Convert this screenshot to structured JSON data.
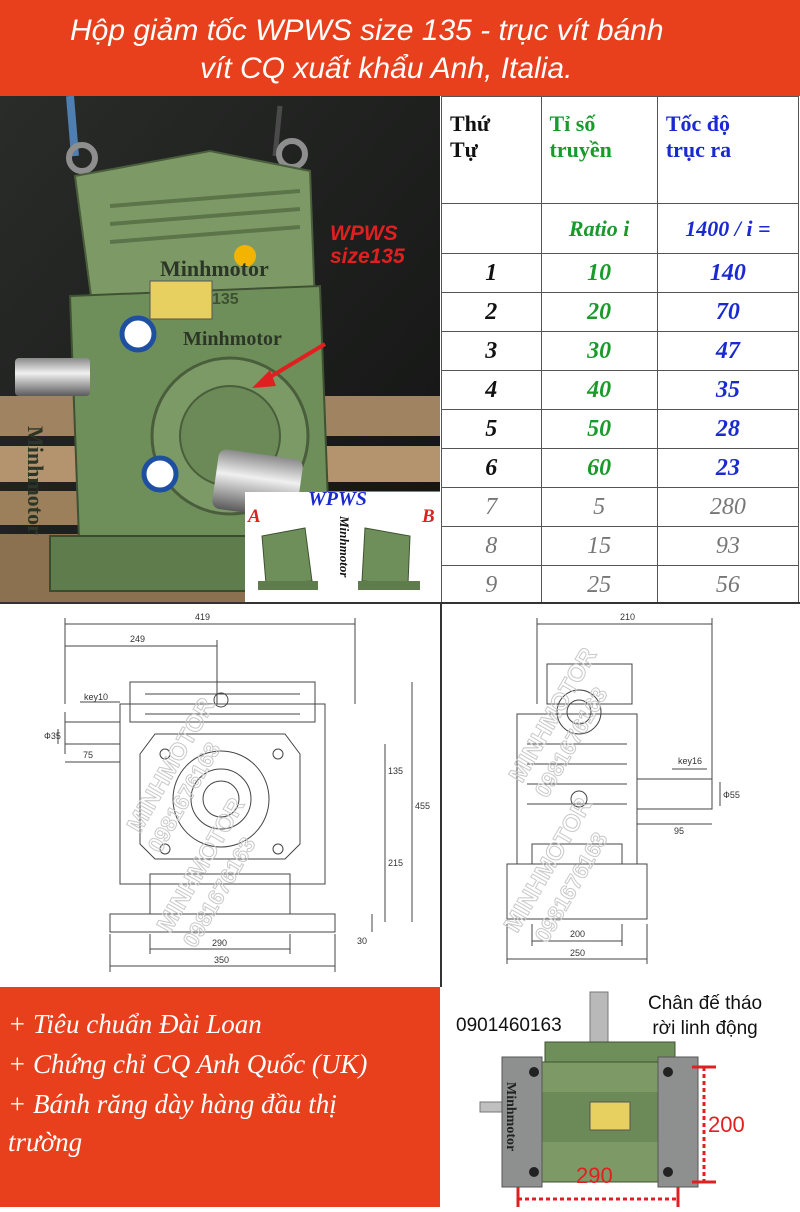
{
  "header": {
    "line1": "Hộp giảm tốc WPWS size 135 - trục vít bánh",
    "line2": "vít CQ xuất khẩu Anh, Italia."
  },
  "photo": {
    "callout_line1": "WPWS",
    "callout_line2": "size135",
    "casting_number": "135",
    "brand_text_1": "Minhmotor",
    "brand_text_2": "Minhmotor",
    "brand_text_side": "Minhmotor",
    "inset_title": "WPWS",
    "inset_label_a": "A",
    "inset_label_b": "B",
    "inset_brand": "Minhmotor"
  },
  "table": {
    "headers": [
      {
        "line1": "Thứ",
        "line2": "Tự"
      },
      {
        "line1": "Tỉ số",
        "line2": "truyền"
      },
      {
        "line1": "Tốc độ",
        "line2": "trục ra"
      }
    ],
    "subheaders": [
      "",
      "Ratio i",
      "1400 / i ="
    ],
    "rows": [
      [
        "1",
        "10",
        "140"
      ],
      [
        "2",
        "20",
        "70"
      ],
      [
        "3",
        "30",
        "47"
      ],
      [
        "4",
        "40",
        "35"
      ],
      [
        "5",
        "50",
        "28"
      ],
      [
        "6",
        "60",
        "23"
      ],
      [
        "7",
        "5",
        "280"
      ],
      [
        "8",
        "15",
        "93"
      ],
      [
        "9",
        "25",
        "56"
      ]
    ]
  },
  "drawing_front": {
    "dims": [
      "419",
      "249",
      "key10",
      "Ф35",
      "75",
      "135",
      "455",
      "215",
      "30",
      "290",
      "350"
    ]
  },
  "drawing_side": {
    "dims": [
      "210",
      "key16",
      "Ф55",
      "95",
      "200",
      "250"
    ]
  },
  "watermark": {
    "brand": "MINHMOTOR",
    "phone": "0981676163"
  },
  "features": [
    "+ Tiêu chuẩn Đài Loan",
    "+ Chứng chỉ CQ Anh Quốc (UK)",
    "+ Bánh răng dày hàng đầu thị",
    "trường"
  ],
  "bottom_photo": {
    "phone": "0901460163",
    "caption_line1": "Chân đế tháo",
    "caption_line2": "rời linh động",
    "dim_height": "200",
    "dim_width": "290",
    "brand": "Minhmotor"
  },
  "colors": {
    "accent_orange": "#e8401c",
    "gearbox_green": "#6f8f5a",
    "ratio_green": "#1a9a2a",
    "speed_blue": "#1a2ad0",
    "dim_red": "#e02020"
  }
}
